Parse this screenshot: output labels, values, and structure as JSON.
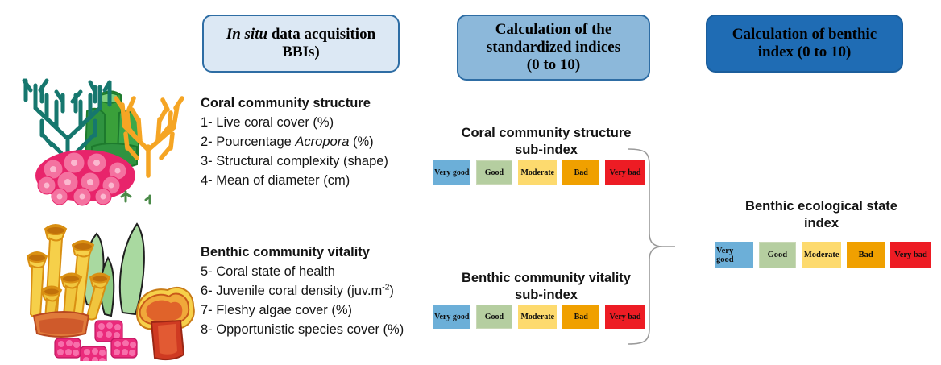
{
  "headers": [
    {
      "id": "insitu",
      "line1_italic": "In situ",
      "line1_rest": " data acquisition",
      "line2": "BBIs)",
      "bg": "#dce8f4",
      "border": "#2e6da4"
    },
    {
      "id": "standardized",
      "line1": "Calculation of the",
      "line2": "standardized indices",
      "line3": "(0 to 10)",
      "bg": "#8cb8da",
      "border": "#2e6da4"
    },
    {
      "id": "benthic",
      "line1": "Calculation of benthic",
      "line2": "index (0 to 10)",
      "bg": "#1f6cb4",
      "border": "#1b5e9c"
    }
  ],
  "lists": {
    "coral_structure": {
      "heading": "Coral community structure",
      "items": [
        {
          "num": "1-",
          "text": "Live coral cover (%)"
        },
        {
          "num": "2-",
          "pre": "Pourcentage ",
          "italic": "Acropora",
          "post": " (%)"
        },
        {
          "num": "3-",
          "text": "Structural complexity (shape)"
        },
        {
          "num": "4-",
          "text": "Mean of diameter (cm)"
        }
      ]
    },
    "benthic_vitality": {
      "heading": "Benthic community vitality",
      "items": [
        {
          "num": "5-",
          "text": "Coral state of health"
        },
        {
          "num": "6-",
          "pre": "Juvenile coral density (juv.m",
          "sup": "-2",
          "post": ")"
        },
        {
          "num": "7-",
          "text": "Fleshy algae cover (%)"
        },
        {
          "num": "8-",
          "text": "Opportunistic species cover (%)"
        }
      ]
    }
  },
  "subindices": [
    {
      "id": "coral_structure_subindex",
      "line1": "Coral community structure",
      "line2": "sub-index"
    },
    {
      "id": "benthic_vitality_subindex",
      "line1": "Benthic community vitality",
      "line2": "sub-index"
    },
    {
      "id": "benthic_ecological_state_index",
      "line1": "Benthic ecological state",
      "line2": "index"
    }
  ],
  "quality_scale": {
    "segments": [
      {
        "label": "Very good",
        "color": "#6cafd8",
        "border": "#6cafd8",
        "width": 51
      },
      {
        "label": "Good",
        "color": "#b5ceA0",
        "border": "#c9d8b6",
        "width": 51
      },
      {
        "label": "Moderate",
        "color": "#fdda6e",
        "border": "#fdda6e",
        "width": 54
      },
      {
        "label": "Bad",
        "color": "#f0a000",
        "border": "#f0a000",
        "width": 51
      },
      {
        "label": "Very bad",
        "color": "#ed1c24",
        "border": "#ed1c24",
        "width": 56
      }
    ]
  },
  "artwork": {
    "top": "coral-community-illustration",
    "bottom": "benthic-community-illustration"
  },
  "connector": {
    "type": "curly-brace",
    "color": "#9a9a9a"
  }
}
